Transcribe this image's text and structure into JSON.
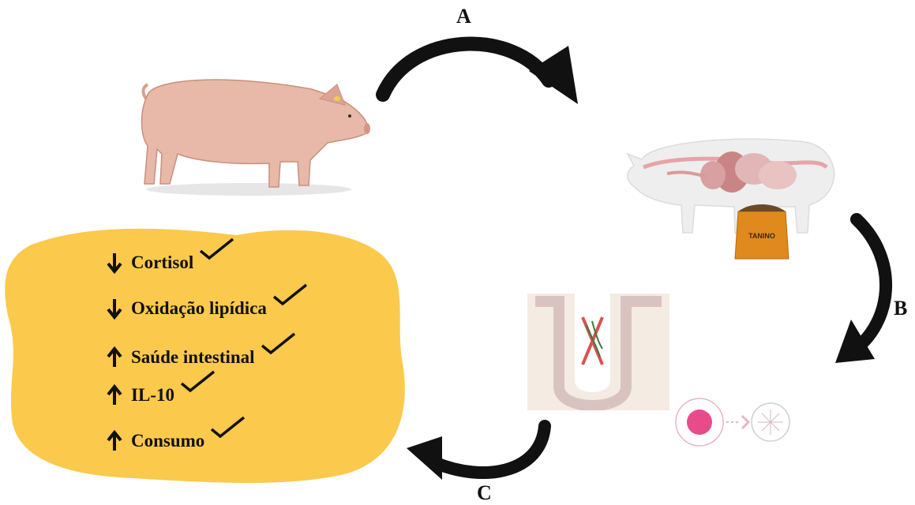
{
  "diagram": {
    "steps": {
      "a": "A",
      "b": "B",
      "c": "C"
    },
    "sack_label": "TANINO",
    "effects": [
      {
        "direction": "down",
        "label": "Cortisol",
        "checked": true
      },
      {
        "direction": "down",
        "label": "Oxidação lipídica",
        "checked": true
      },
      {
        "direction": "up",
        "label": "Saúde intestinal",
        "checked": true
      },
      {
        "direction": "up",
        "label": "IL-10",
        "checked": true
      },
      {
        "direction": "up",
        "label": "Consumo",
        "checked": true
      }
    ],
    "colors": {
      "blob": "#fbc94c",
      "arrow": "#111111",
      "pig_skin": "#e8b9a8",
      "sack": "#e08a1e",
      "villus": "#efe3d6",
      "antioxidant": "#e84b8a"
    }
  }
}
